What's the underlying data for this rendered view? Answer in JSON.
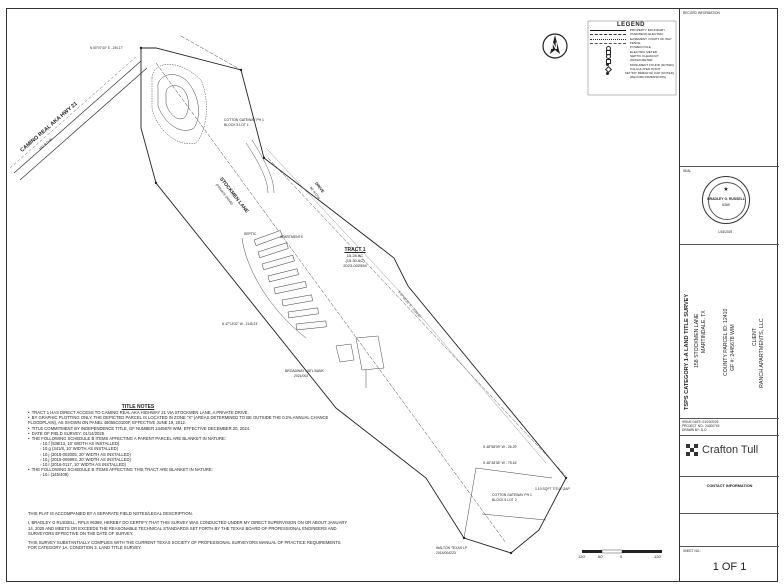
{
  "title_block": {
    "record_info": "RECORD INFORMATION",
    "seal_label": "SEAL",
    "seal_name": "BRADLEY G. RUSSELL",
    "seal_number": "6369",
    "seal_date": "1/18/2025",
    "project_title": "TSPS CATEGORY 1-A LAND TITLE SURVEY",
    "address_line1": "158 STOCKMEN LANE",
    "address_line2": "MARTINDALE, TX",
    "county_parcel": "COUNTY PARCEL ID: 12410",
    "gf_number": "GF #: 2445678 WIM",
    "client_label": "CLIENT:",
    "client_name": "RANCH APARTMENTS, LLC",
    "field_rows": [
      {
        "label": "ISSUE DATE:",
        "value": "01/20/2025"
      },
      {
        "label": "PROJECT NO.:",
        "value": "24000745"
      },
      {
        "label": "DRAWN BY:",
        "value": "JLO"
      }
    ],
    "company_name": "Crafton Tull",
    "company_contact": "CONTACT INFORMATION",
    "sheet_label": "SHEET NO.:",
    "sheet_value": "1 OF 1"
  },
  "legend": {
    "title": "LEGEND",
    "items": [
      "PROPERTY BOUNDARY",
      "OVERHEAD ELECTRIC",
      "EASEMENT / RIGHT OF WAY",
      "FENCE",
      "POWER POLE",
      "ELECTRIC METER",
      "SEPTIC CLEANOUT",
      "WATER METER",
      "MONUMENT FOUND (NOTED)",
      "CALCULATED POINT",
      "SET 5/8\" REBAR W/ CAP (NOTED)",
      "(RECORD DIMENSIONS)"
    ]
  },
  "map_labels": {
    "road_main": "CAMINO REAL AKA HWY 21",
    "road_main_row": "100' R.O.W.",
    "lane": "STOCKMEN LANE",
    "lane_sub": "(PRIVATE DRIVE)",
    "tract_title": "TRACT 1",
    "tract_area1": "15.28 AC",
    "tract_area2": "(15.30 AC)",
    "tract_doc": "2023-002594",
    "drive_label": "DRIVE",
    "row_label": "80' R.O.W.",
    "cotton_top": "COTTON GATEWAY PH 1",
    "cotton_top_block": "BLOCK 5 LOT 1",
    "cotton_bottom": "COTTON GATEWAY PH 1",
    "cotton_bottom_block": "BLOCK 5 LOT 2",
    "broadway": "BROADWAY NATL BANK",
    "broadway_doc": "2021/002",
    "walton": "WALTON TEXAS LP",
    "walton_doc": "2014/004223",
    "septic": "SEPTIC",
    "apartments": "APARTMENTS",
    "bearing_top": "N 50°07'44\" E - 240.17'",
    "bearing_left": "N 47°15'32\" W - 2145.23'",
    "bearing_right": "S 47°06'25\" E - 2154.92'",
    "bearing_south1": "S 48°58'09\" W - 26.29'",
    "bearing_south2": "S 48°48'36\" W - 75.16'",
    "title_gap": "1.10 SQFT TITLE GAP"
  },
  "title_notes": {
    "heading": "TITLE NOTES",
    "items": [
      "TRACT 1 HAS DIRECT ACCESS TO CAMINO REAL AKA HIGHWAY 21 VIA STOCKMEN LANE, A PRIVATE DRIVE.",
      "BY GRAPHIC PLOTTING ONLY, THE DEPICTED PARCEL IS LOCATED IN ZONE \"X\" (AREAS DETERMINED TO BE OUTSIDE THE 0.2% ANNUAL CHANCE FLOODPLAIN), AS SHOWN ON PANEL 48055C0100F, EFFECTIVE JUNE 19, 2012.",
      "TITLE COMMITMENT BY INDEPENDENCE TITLE, GF NUMBER 2445678 WIM, EFFECTIVE DECEMBER 20, 2024.",
      "DATE OF FIELD SURVEY: 01/14/2025",
      "THE FOLLOWING SCHEDULE B ITEMS AFFECTING A PARENT PARCEL ARE BLANKET IN NATURE:",
      "10.f (538/13, 10' WIDTH AS INSTALLED)",
      "10.g (341/8, 10' WIDTH AS INSTALLED)",
      "10.j (2015-002005, 20' WIDTH AS INSTALLED)",
      "10.j (2015-005993, 20' WIDTH AS INSTALLED)",
      "10.l (2016-0117, 10' WIDTH AS INSTALLED)",
      "THE FOLLOWING SCHEDULE B ITEMS AFFECTING THIS TRACT ARE BLANKET IN NATURE:",
      "10.i (145/409)"
    ]
  },
  "certification": {
    "para1": "THIS PLAT IS ACCOMPANIED BY A SEPARATE FIELD NOTES/LEGAL DESCRIPTION.",
    "para2": "I, BRADLEY G RUSSELL, RPLS #6369, HEREBY DO CERTIFY THAT THIS SURVEY WAS CONDUCTED UNDER MY DIRECT SUPERVISION ON OR ABOUT JANUARY 14, 2025 AND MEETS OR EXCEEDS THE REASONABLE TECHNICAL STANDARDS SET FORTH BY THE TEXAS BOARD OF PROFESSIONAL ENGINEERS AND SURVEYORS EFFECTIVE ON THE DATE OF SURVEY.",
    "para3": "THIS SURVEY SUBSTANTIALLY COMPLIES WITH THE CURRENT TEXAS SOCIETY OF PROFESSIONAL SURVEYORS MANUAL OF PRACTICE REQUIREMENTS FOR CATEGORY 1A, CONDITION 3, LAND TITLE SURVEY."
  },
  "scale": {
    "labels": [
      "120'",
      "60'",
      "0",
      "120'"
    ]
  }
}
